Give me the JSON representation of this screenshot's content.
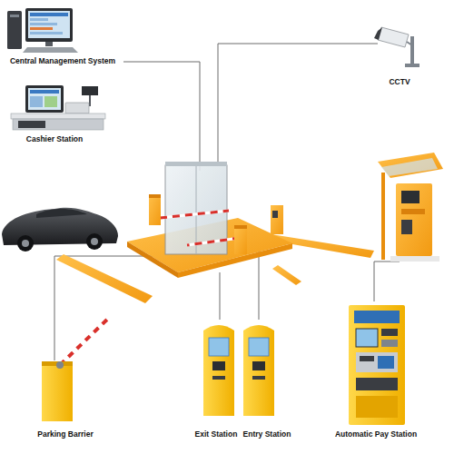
{
  "diagram": {
    "labels": [
      "Central Management System",
      "Cashier Station",
      "CCTV",
      "Parking Barrier",
      "Exit Station",
      "Entry Station",
      "Automatic Pay Station"
    ]
  }
}
